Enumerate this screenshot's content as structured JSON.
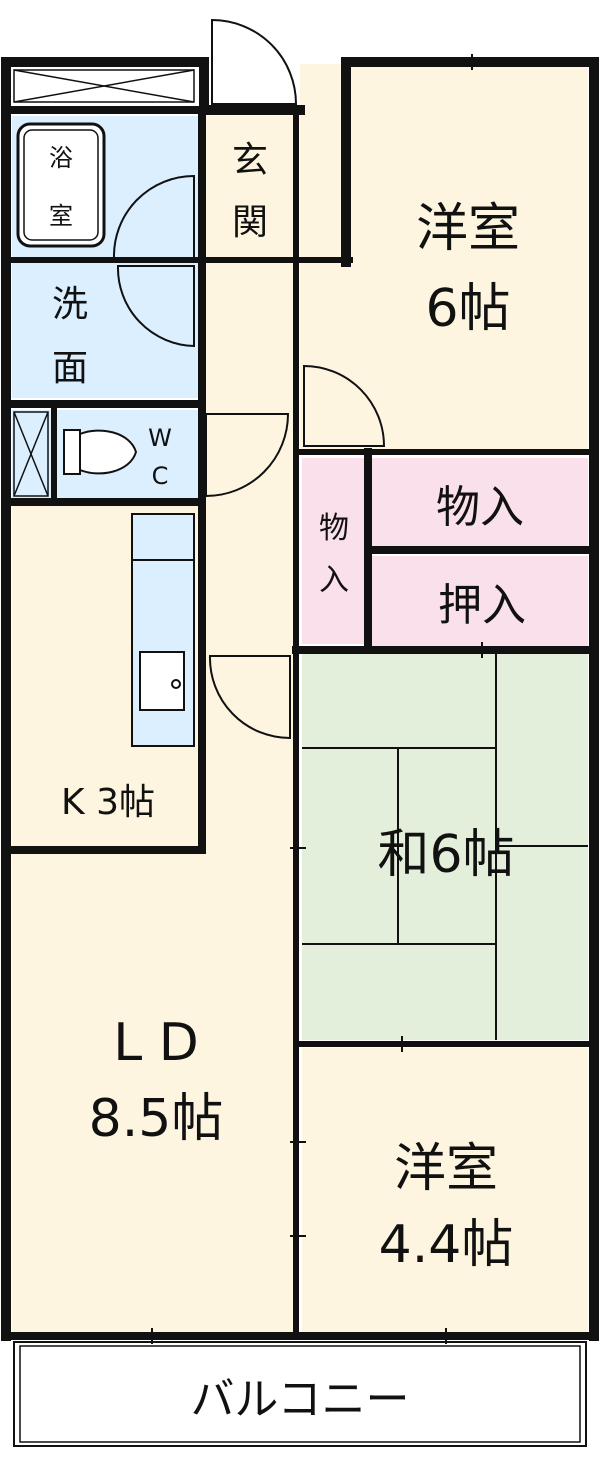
{
  "colors": {
    "wall": "#111111",
    "floor_wood": "#fdf5df",
    "floor_wet": "#dcefff",
    "floor_tatami": "#e3eedb",
    "floor_storage": "#fae0ea",
    "balcony": "#ffffff"
  },
  "rooms": {
    "bath": {
      "line1": "浴",
      "line2": "室"
    },
    "entrance": {
      "line1": "玄",
      "line2": "関"
    },
    "western_north": {
      "name": "洋室",
      "size": "6帖"
    },
    "washroom": {
      "line1": "洗",
      "line2": "面"
    },
    "toilet": {
      "w": "W",
      "c": "C"
    },
    "closet_right": {
      "name": "物入"
    },
    "closet_small": {
      "line1": "物",
      "line2": "入"
    },
    "oshiire": {
      "name": "押入"
    },
    "kitchen": {
      "name": "K 3帖"
    },
    "japanese": {
      "name": "和6帖"
    },
    "living": {
      "name": "L D",
      "size": "8.5帖"
    },
    "western_south": {
      "name": "洋室",
      "size": "4.4帖"
    },
    "balcony": {
      "name": "バルコニー"
    }
  }
}
